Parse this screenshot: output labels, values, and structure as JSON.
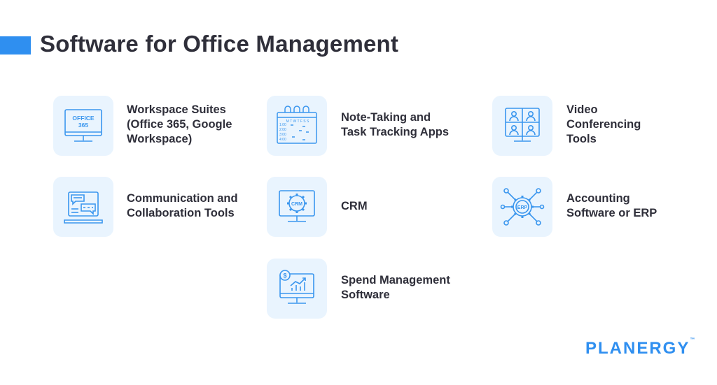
{
  "page": {
    "title": "Software for Office Management",
    "accent_color": "#2f8ff0",
    "tile_color": "#e9f4fe"
  },
  "items": [
    {
      "label": "Workspace Suites\n(Office 365, Google\nWorkspace)",
      "icon": "office-365-monitor-icon",
      "icon_text": [
        "OFFICE",
        "365"
      ]
    },
    {
      "label": "Note-Taking and\nTask Tracking Apps",
      "icon": "calendar-schedule-icon",
      "icon_text": {
        "days": "M T W T F S S",
        "times": [
          "1:00",
          "2:00",
          "3:00",
          "4:00"
        ]
      }
    },
    {
      "label": "Video\nConferencing\nTools",
      "icon": "video-conference-icon"
    },
    {
      "label": "Communication and\nCollaboration Tools",
      "icon": "chat-laptop-icon"
    },
    {
      "label": "CRM",
      "icon": "crm-gear-monitor-icon",
      "icon_text": "CRM"
    },
    {
      "label": "Accounting\nSoftware or ERP",
      "icon": "erp-network-gear-icon",
      "icon_text": "ERP"
    },
    {
      "label": "Spend Management\nSoftware",
      "icon": "spend-chart-monitor-icon",
      "icon_text": "$"
    }
  ],
  "brand": {
    "name": "PLANERGY",
    "mark": "™"
  }
}
